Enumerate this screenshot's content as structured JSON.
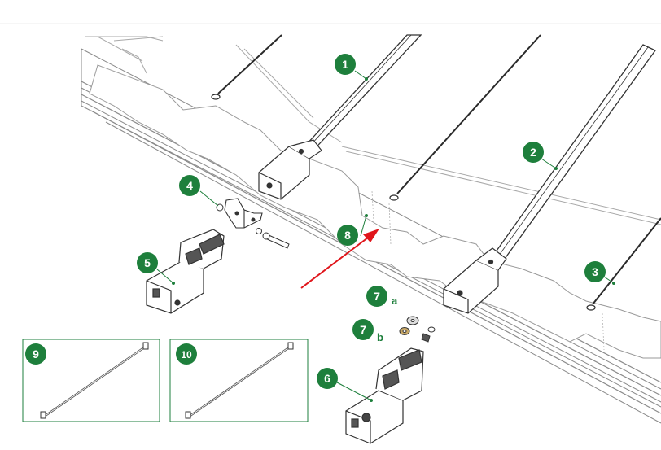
{
  "diagram": {
    "accent_color": "#1e7f3c",
    "arrow_color": "#e0151b",
    "line_color": "#2a2a2a",
    "callouts": [
      {
        "id": "c1",
        "label": "1"
      },
      {
        "id": "c2",
        "label": "2"
      },
      {
        "id": "c3",
        "label": "3"
      },
      {
        "id": "c4",
        "label": "4"
      },
      {
        "id": "c5",
        "label": "5"
      },
      {
        "id": "c6",
        "label": "6"
      },
      {
        "id": "c7a",
        "label": "7"
      },
      {
        "id": "c7b",
        "label": "7"
      },
      {
        "id": "c8",
        "label": "8"
      },
      {
        "id": "c9",
        "label": "9"
      },
      {
        "id": "c10",
        "label": "10"
      }
    ],
    "sub_labels": {
      "a": "a",
      "b": "b"
    }
  }
}
